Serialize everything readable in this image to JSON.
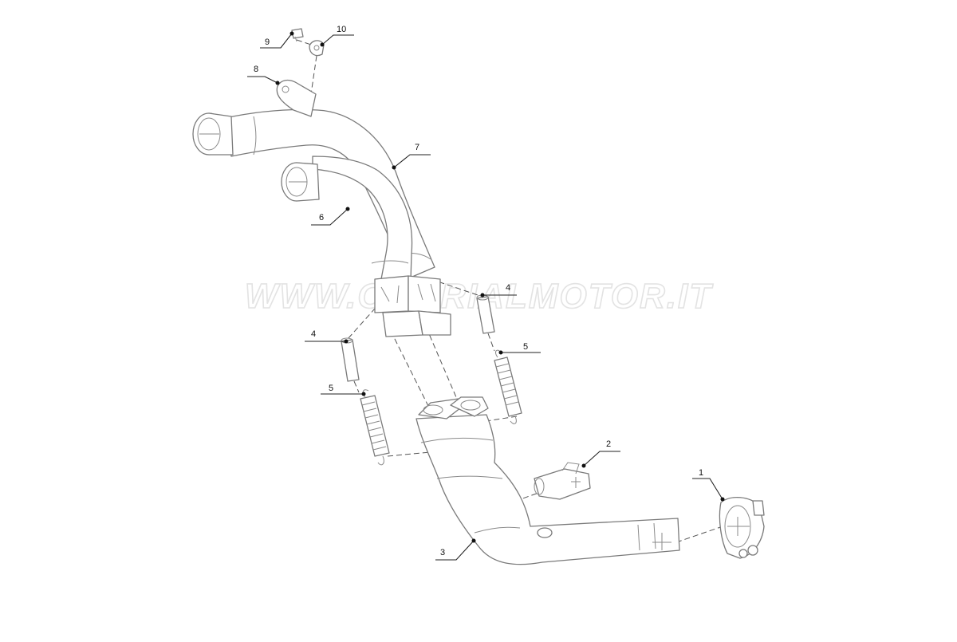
{
  "watermark": "WWW.CORRIALMOTOR.IT",
  "callouts": [
    {
      "id": "1",
      "label": "1"
    },
    {
      "id": "2",
      "label": "2"
    },
    {
      "id": "3",
      "label": "3"
    },
    {
      "id": "4a",
      "label": "4"
    },
    {
      "id": "4b",
      "label": "4"
    },
    {
      "id": "5a",
      "label": "5"
    },
    {
      "id": "5b",
      "label": "5"
    },
    {
      "id": "6",
      "label": "6"
    },
    {
      "id": "7",
      "label": "7"
    },
    {
      "id": "8",
      "label": "8"
    },
    {
      "id": "9",
      "label": "9"
    },
    {
      "id": "10",
      "label": "10"
    }
  ]
}
